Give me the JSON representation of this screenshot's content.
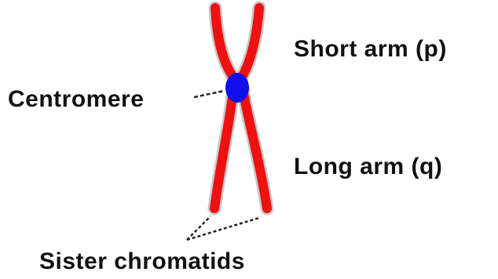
{
  "labels": {
    "short_arm": "Short arm (p)",
    "centromere": "Centromere",
    "long_arm": "Long arm (q)",
    "sister_chromatids": "Sister chromatids"
  },
  "colors": {
    "chromatid": "#ee1111",
    "chromatid_outline": "#c9c9c9",
    "centromere": "#1010ee",
    "pointer": "#222222",
    "text": "#111111",
    "background": "#ffffff"
  }
}
